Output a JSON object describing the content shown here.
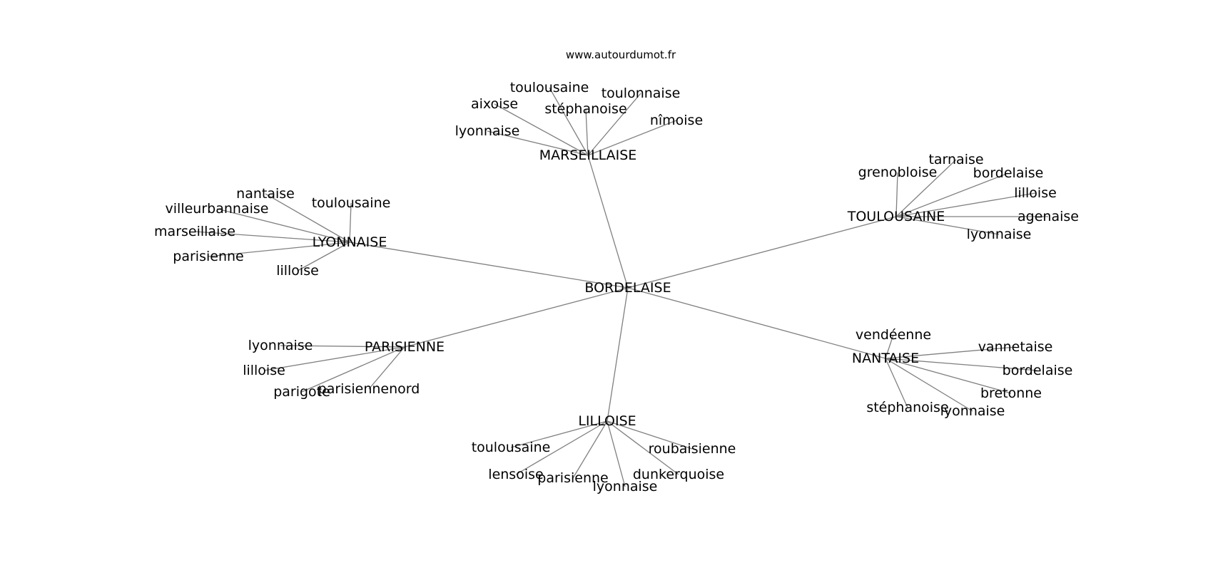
{
  "source_text": "www.autourdumot.fr",
  "graph": {
    "root": "BORDELAISE",
    "clusters": [
      {
        "label": "MARSEILLAISE",
        "leaves": [
          "toulousaine",
          "aixoise",
          "stéphanoise",
          "toulonnaise",
          "lyonnaise",
          "nîmoise"
        ]
      },
      {
        "label": "TOULOUSAINE",
        "leaves": [
          "tarnaise",
          "grenobloise",
          "bordelaise",
          "lilloise",
          "agenaise",
          "lyonnaise"
        ]
      },
      {
        "label": "LYONNAISE",
        "leaves": [
          "nantaise",
          "villeurbannaise",
          "toulousaine",
          "marseillaise",
          "parisienne",
          "lilloise"
        ]
      },
      {
        "label": "PARISIENNE",
        "leaves": [
          "lyonnaise",
          "lilloise",
          "parigote",
          "parisiennenord"
        ]
      },
      {
        "label": "NANTAISE",
        "leaves": [
          "vendéenne",
          "vannetaise",
          "bordelaise",
          "bretonne",
          "stéphanoise",
          "lyonnaise"
        ]
      },
      {
        "label": "LILLOISE",
        "leaves": [
          "toulousaine",
          "roubaisienne",
          "lensoise",
          "dunkerquoise",
          "parisienne",
          "lyonnaise"
        ]
      }
    ]
  }
}
